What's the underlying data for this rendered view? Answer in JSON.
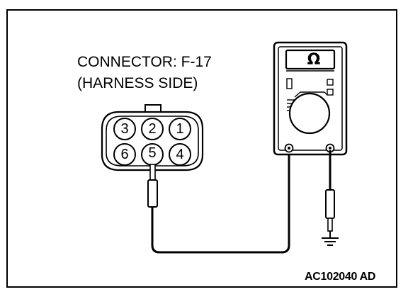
{
  "connector": {
    "title": "CONNECTOR: F-17",
    "side": "(HARNESS SIDE)",
    "pins": [
      "1",
      "2",
      "3",
      "4",
      "5",
      "6"
    ]
  },
  "meter": {
    "mode_symbol": "Ω"
  },
  "figure_id": "AC102040 AD"
}
